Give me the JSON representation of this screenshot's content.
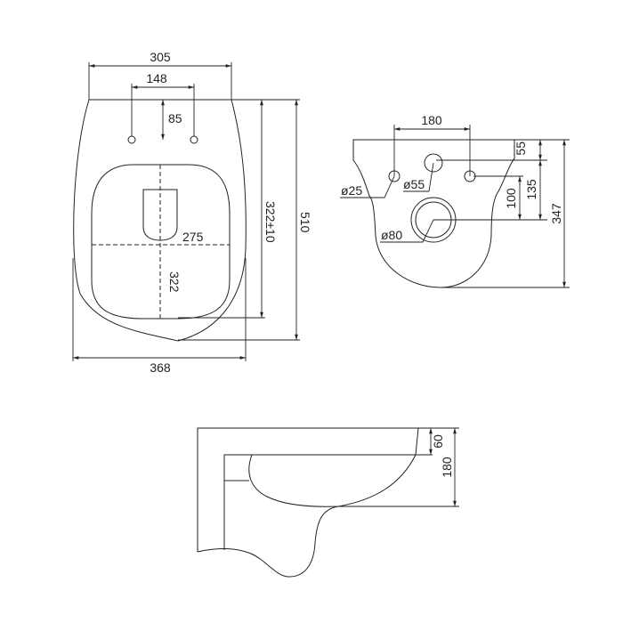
{
  "top_view": {
    "width_top": "305",
    "hole_spacing": "148",
    "hole_offset": "85",
    "seat_width": "275",
    "seat_length": "322",
    "seat_length_tolerance": "322±10",
    "total_length": "510",
    "total_width": "368"
  },
  "front_view": {
    "fixing_spacing": "180",
    "fixing_hole_dia": "ø25",
    "inlet_dia": "ø55",
    "outlet_dia": "ø80",
    "inlet_height": "55",
    "inlet_to_outlet": "135",
    "fixing_to_outlet": "100",
    "total_height": "347"
  },
  "side_view": {
    "rim_height": "60",
    "bowl_depth": "180"
  }
}
